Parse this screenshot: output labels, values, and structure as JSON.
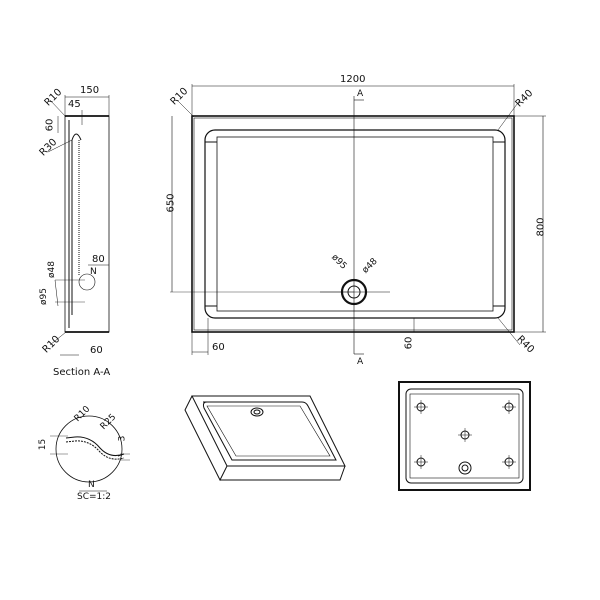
{
  "drawing": {
    "type": "shower tray technical drawing",
    "plan_view": {
      "width_label": "1200",
      "depth_label": "800",
      "inner_depth_label": "650",
      "corner_outer": "R10",
      "corner_top_right": "R40",
      "corner_bottom_right": "R40",
      "rim_left": "60",
      "rim_bottom": "60",
      "waste_outer": "ø95",
      "waste_inner": "ø48",
      "section_marker_top": "A",
      "section_marker_bottom": "A"
    },
    "section_view": {
      "caption": "Section A-A",
      "height_label": "150",
      "top_offset": "45",
      "top_radius": "R10",
      "lip_height": "60",
      "inner_radius": "R30",
      "waste_offset": "80",
      "waste_inner": "ø48",
      "waste_outer": "ø95",
      "detail_marker": "N",
      "bottom_radius": "R10",
      "bottom_offset": "60"
    },
    "detail_view": {
      "label": "N",
      "scale": "SC=1:2",
      "r_small": "R10",
      "r_large": "R25",
      "height_left": "15",
      "height_right": "3"
    },
    "isometric_view": {
      "description": "3D view of shower tray"
    },
    "underside_view": {
      "description": "Underside with 5 feet and waste",
      "feet_count": 5
    }
  }
}
